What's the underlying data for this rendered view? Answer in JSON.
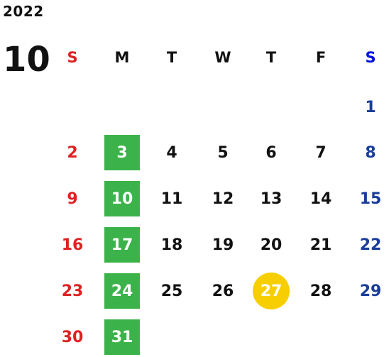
{
  "calendar": {
    "year": "2022",
    "month": "10",
    "weekdays": [
      "S",
      "M",
      "T",
      "W",
      "T",
      "F",
      "S"
    ],
    "weeks": [
      [
        "",
        "",
        "",
        "",
        "",
        "",
        "1"
      ],
      [
        "2",
        "3",
        "4",
        "5",
        "6",
        "7",
        "8"
      ],
      [
        "9",
        "10",
        "11",
        "12",
        "13",
        "14",
        "15"
      ],
      [
        "16",
        "17",
        "18",
        "19",
        "20",
        "21",
        "22"
      ],
      [
        "23",
        "24",
        "25",
        "26",
        "27",
        "28",
        "29"
      ],
      [
        "30",
        "31",
        "",
        "",
        "",
        "",
        ""
      ]
    ],
    "highlighted_today": "27"
  },
  "colors": {
    "sunday": "#dd2222",
    "saturday_header": "#0011dd",
    "saturday": "#1a3d99",
    "monday_highlight": "#3cb34a",
    "today_circle": "#f7cf00",
    "text": "#111111"
  }
}
